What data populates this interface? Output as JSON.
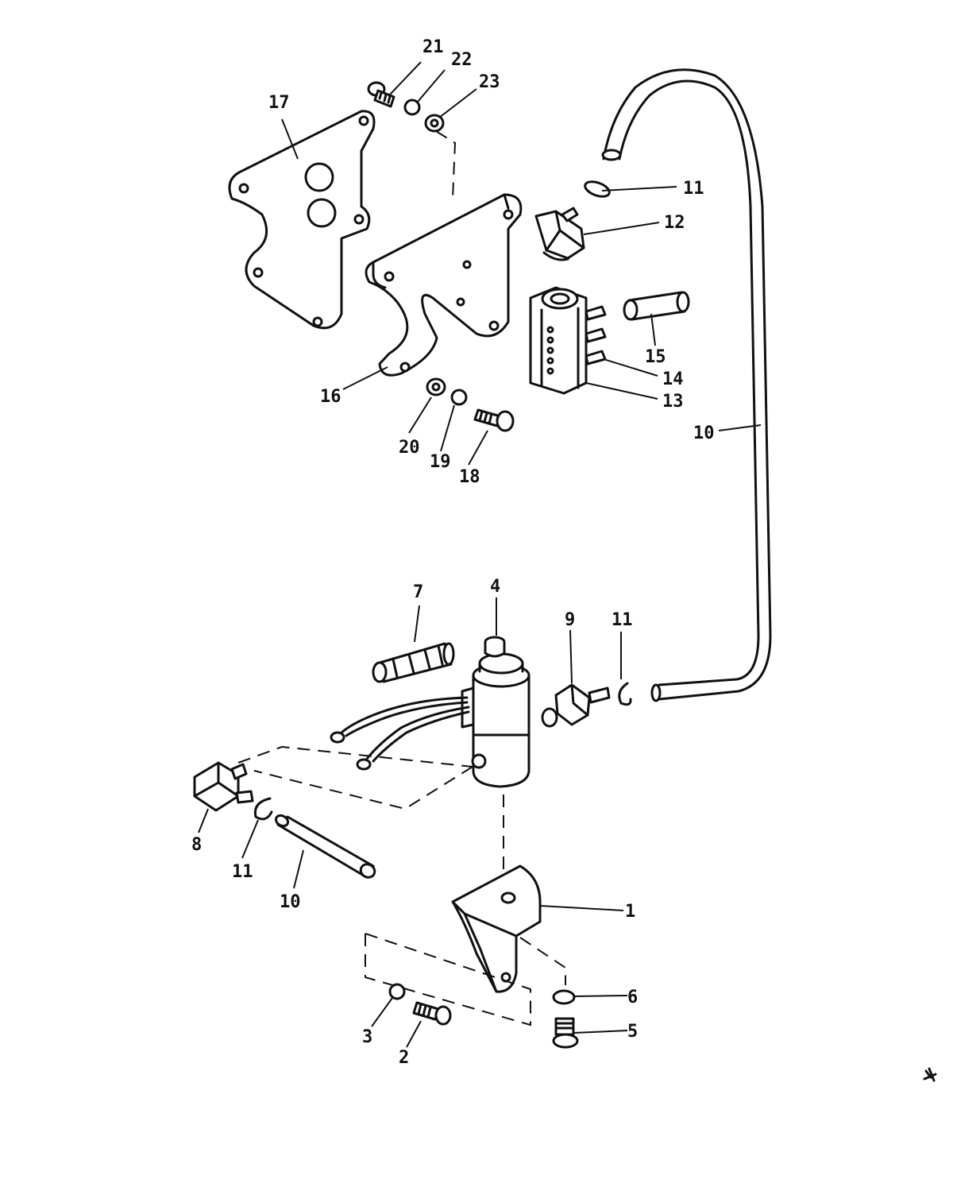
{
  "callouts": {
    "c1": "1",
    "c2": "2",
    "c3": "3",
    "c4": "4",
    "c5": "5",
    "c6": "6",
    "c7": "7",
    "c8": "8",
    "c9": "9",
    "c10a": "10",
    "c10b": "10",
    "c11a": "11",
    "c11b": "11",
    "c11c": "11",
    "c12": "12",
    "c13": "13",
    "c14": "14",
    "c15": "15",
    "c16": "16",
    "c17": "17",
    "c18": "18",
    "c19": "19",
    "c20": "20",
    "c21": "21",
    "c22": "22",
    "c23": "23"
  }
}
